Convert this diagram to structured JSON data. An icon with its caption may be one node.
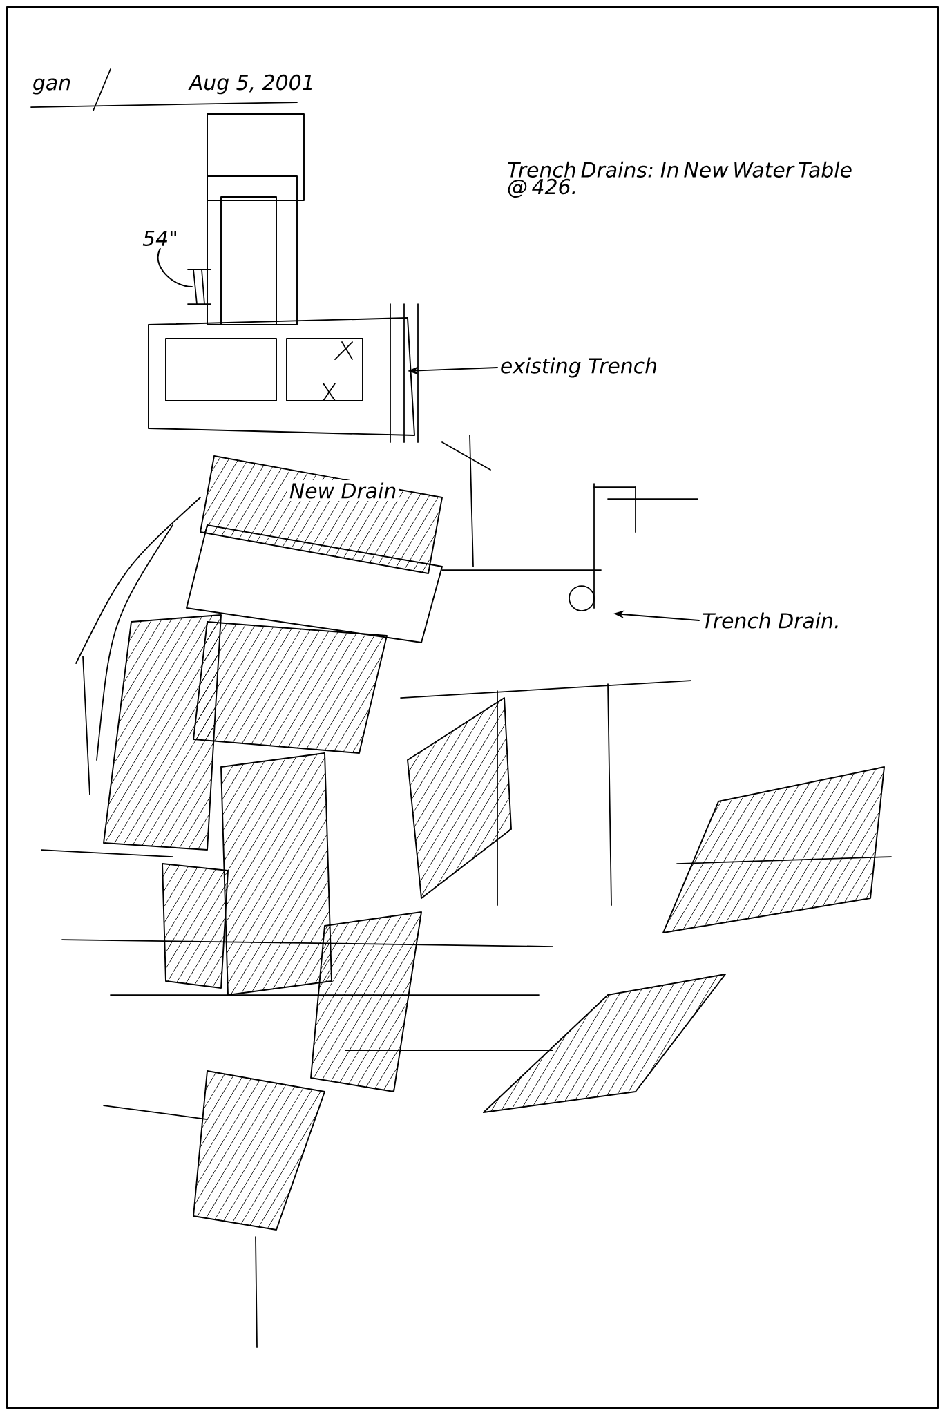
{
  "diagram": {
    "nodes": [
      {
        "text": [
          "54\""
        ]
      },
      {
        "text": [
          "existing Trench"
        ]
      },
      {
        "text": [
          "Trench Drain."
        ]
      }
    ],
    "edges": [
      {
        "from": 0,
        "to": null,
        "arrow": "none"
      },
      {
        "from": 1,
        "to": null,
        "arrow": "to"
      },
      {
        "from": 2,
        "to": null,
        "arrow": "to"
      }
    ],
    "labels": [
      "gan",
      "Aug 5, 2001",
      "Trench Drains: In New Water Table @ 426.",
      "New Drain"
    ]
  }
}
